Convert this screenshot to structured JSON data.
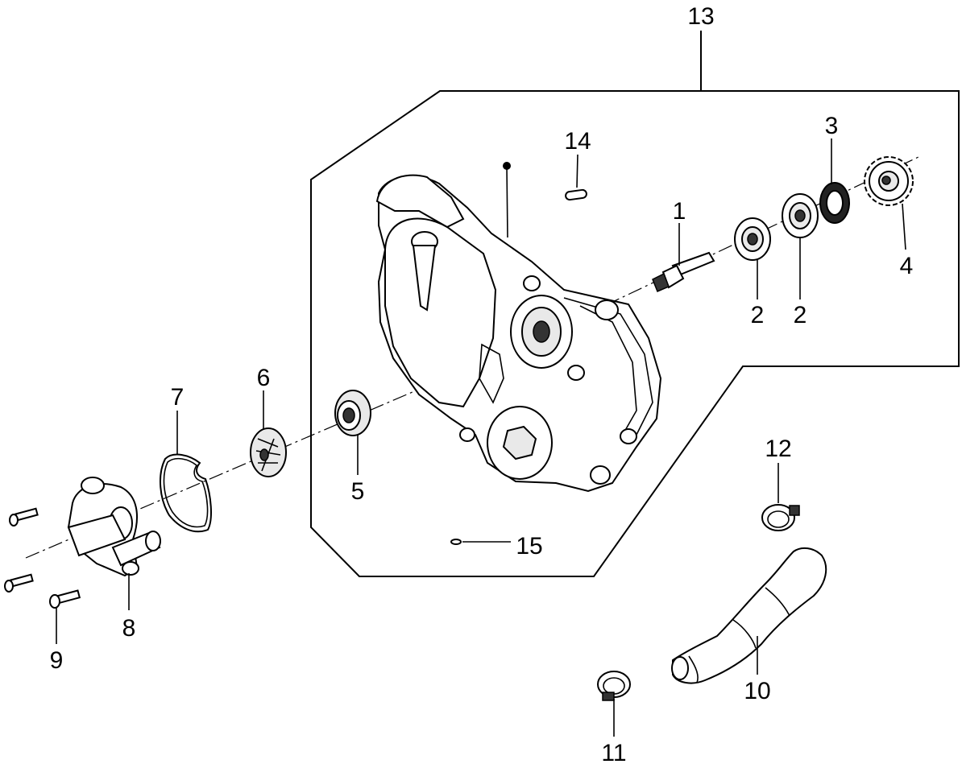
{
  "labels": {
    "l1": "1",
    "l2a": "2",
    "l2b": "2",
    "l3": "3",
    "l4": "4",
    "l5": "5",
    "l6": "6",
    "l7": "7",
    "l8": "8",
    "l9": "9",
    "l10": "10",
    "l11": "11",
    "l12": "12",
    "l13": "13",
    "l14": "14",
    "l15": "15"
  }
}
